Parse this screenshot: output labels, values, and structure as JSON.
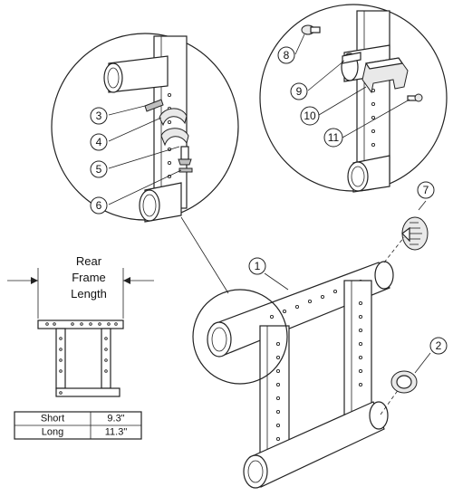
{
  "diagram": {
    "callouts": [
      "1",
      "2",
      "3",
      "4",
      "5",
      "6",
      "7",
      "8",
      "9",
      "10",
      "11"
    ],
    "dimension_title": [
      "Rear",
      "Frame",
      "Length"
    ],
    "table": {
      "rows": [
        {
          "label": "Short",
          "value": "9.3\""
        },
        {
          "label": "Long",
          "value": "11.3\""
        }
      ]
    }
  }
}
